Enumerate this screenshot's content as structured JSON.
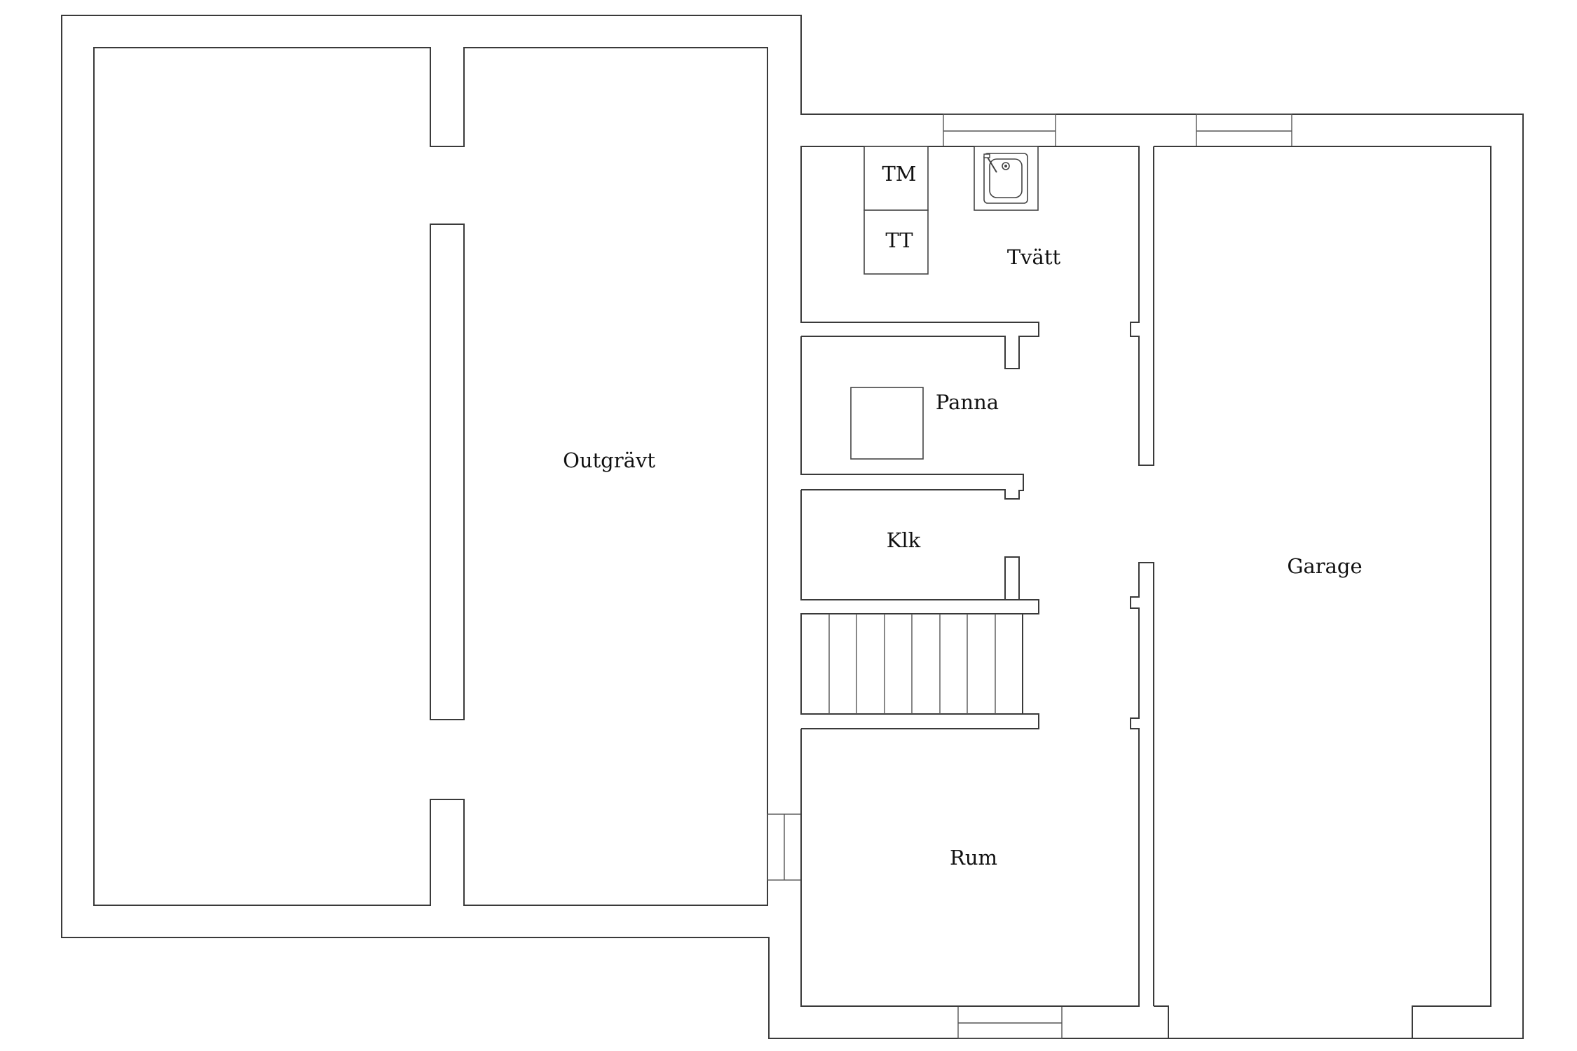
{
  "rooms": {
    "outgravt": "Outgrävt",
    "tvatt": "Tvätt",
    "tm": "TM",
    "tt": "TT",
    "panna": "Panna",
    "klk": "Klk",
    "rum": "Rum",
    "garage": "Garage"
  },
  "colors": {
    "wall": "#3a3a3a",
    "background": "#ffffff",
    "text": "#111111"
  }
}
